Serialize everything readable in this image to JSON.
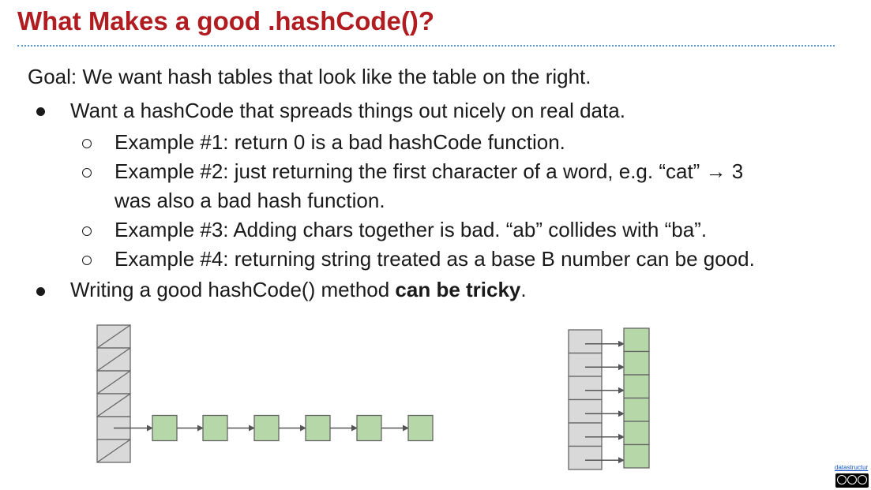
{
  "title": "What Makes a good .hashCode()?",
  "goal": "Goal: We want hash tables that look like the table on the right.",
  "bullets": [
    "Want a hashCode that spreads things out nicely on real data.",
    "Writing a good hashCode() method "
  ],
  "bullet2_bold": "can be tricky",
  "bullet2_end": ".",
  "sub_bullets": [
    "Example #1: return 0 is a bad hashCode function.",
    "Example #2: just returning the first character of a word, e.g. “cat” → 3",
    "was also a bad hash function.",
    "Example #3: Adding chars together is bad. “ab” collides with “ba”.",
    "Example #4: returning string treated as a base B number can be good."
  ],
  "credit": "datastructur",
  "colors": {
    "title": "#b01c20",
    "divider": "#5b9bd5",
    "bucket_fill": "#d9d9d9",
    "node_fill": "#b6d7a8",
    "stroke": "#666666"
  }
}
